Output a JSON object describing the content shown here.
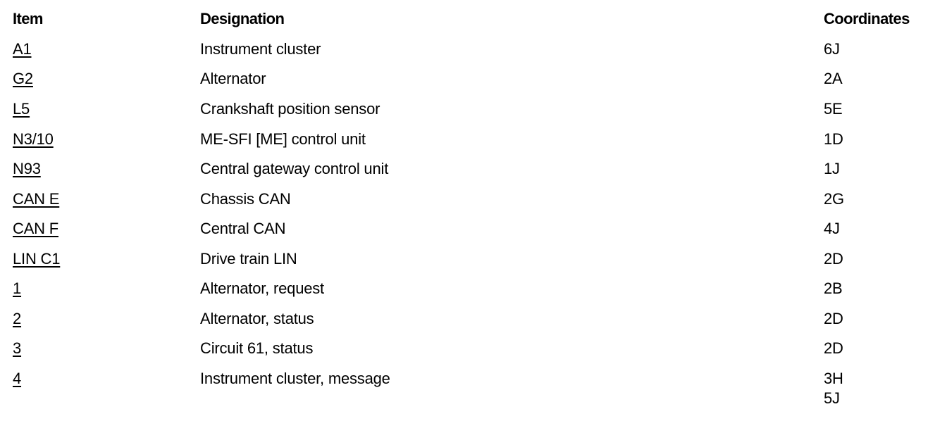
{
  "header": {
    "item": "Item",
    "designation": "Designation",
    "coordinates": "Coordinates"
  },
  "rows": [
    {
      "item": "A1",
      "designation": "Instrument cluster",
      "coordinates": [
        "6J"
      ]
    },
    {
      "item": "G2",
      "designation": "Alternator",
      "coordinates": [
        "2A"
      ]
    },
    {
      "item": "L5",
      "designation": "Crankshaft position sensor",
      "coordinates": [
        "5E"
      ]
    },
    {
      "item": "N3/10",
      "designation": "ME-SFI [ME] control unit",
      "coordinates": [
        "1D"
      ]
    },
    {
      "item": "N93",
      "designation": "Central gateway control unit",
      "coordinates": [
        "1J"
      ]
    },
    {
      "item": "CAN E",
      "designation": "Chassis CAN",
      "coordinates": [
        "2G"
      ]
    },
    {
      "item": "CAN F",
      "designation": "Central CAN",
      "coordinates": [
        "4J"
      ]
    },
    {
      "item": "LIN C1",
      "designation": "Drive train LIN",
      "coordinates": [
        "2D"
      ]
    },
    {
      "item": "1",
      "designation": "Alternator, request",
      "coordinates": [
        "2B"
      ]
    },
    {
      "item": "2",
      "designation": "Alternator, status",
      "coordinates": [
        "2D"
      ]
    },
    {
      "item": "3",
      "designation": "Circuit 61, status",
      "coordinates": [
        "2D"
      ]
    },
    {
      "item": "4",
      "designation": "Instrument cluster, message",
      "coordinates": [
        "3H",
        "5J"
      ]
    }
  ]
}
